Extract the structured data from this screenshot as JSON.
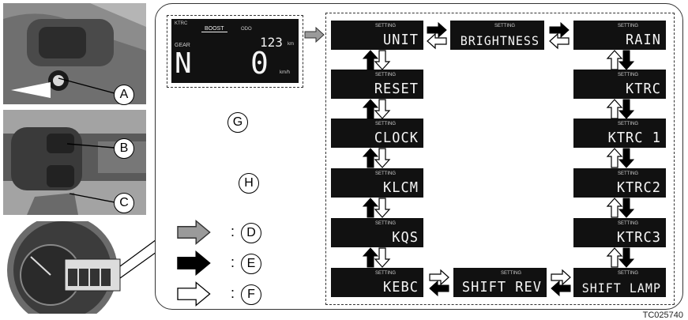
{
  "callouts": {
    "a": "A",
    "b": "B",
    "c": "C",
    "d": "D",
    "e": "E",
    "f": "F",
    "g": "G",
    "h": "H"
  },
  "display": {
    "ktrc_tag": "KTRC",
    "boost_label": "BOOST",
    "odo_label": "ODO",
    "odometer": "123",
    "odo_unit": "km",
    "gear_label": "GEAR",
    "gear": "N",
    "speed": "0",
    "speed_unit": "km/h"
  },
  "screens": {
    "setting_tag": "SETTING",
    "unit": "UNIT",
    "brightness": "BRIGHTNESS",
    "rain": "RAIN",
    "reset": "RESET",
    "ktrc": "KTRC",
    "clock": "CLOCK",
    "ktrc1": "KTRC 1",
    "klcm": "KLCM",
    "ktrc2": "KTRC2",
    "kqs": "KQS",
    "ktrc3": "KTRC3",
    "kebc": "KEBC",
    "shift_rev": "SHIFT REV",
    "shift_lamp": "SHIFT LAMP"
  },
  "legend": {
    "separator": ":"
  },
  "colors": {
    "gray_arrow": "#9a9a9a",
    "black_arrow": "#000000",
    "white_arrow": "#ffffff",
    "lcd_bg": "#111111"
  },
  "icons": [
    "gray-arrow-icon",
    "black-arrow-icon",
    "white-arrow-icon"
  ],
  "footer": {
    "code": "TC025740"
  }
}
